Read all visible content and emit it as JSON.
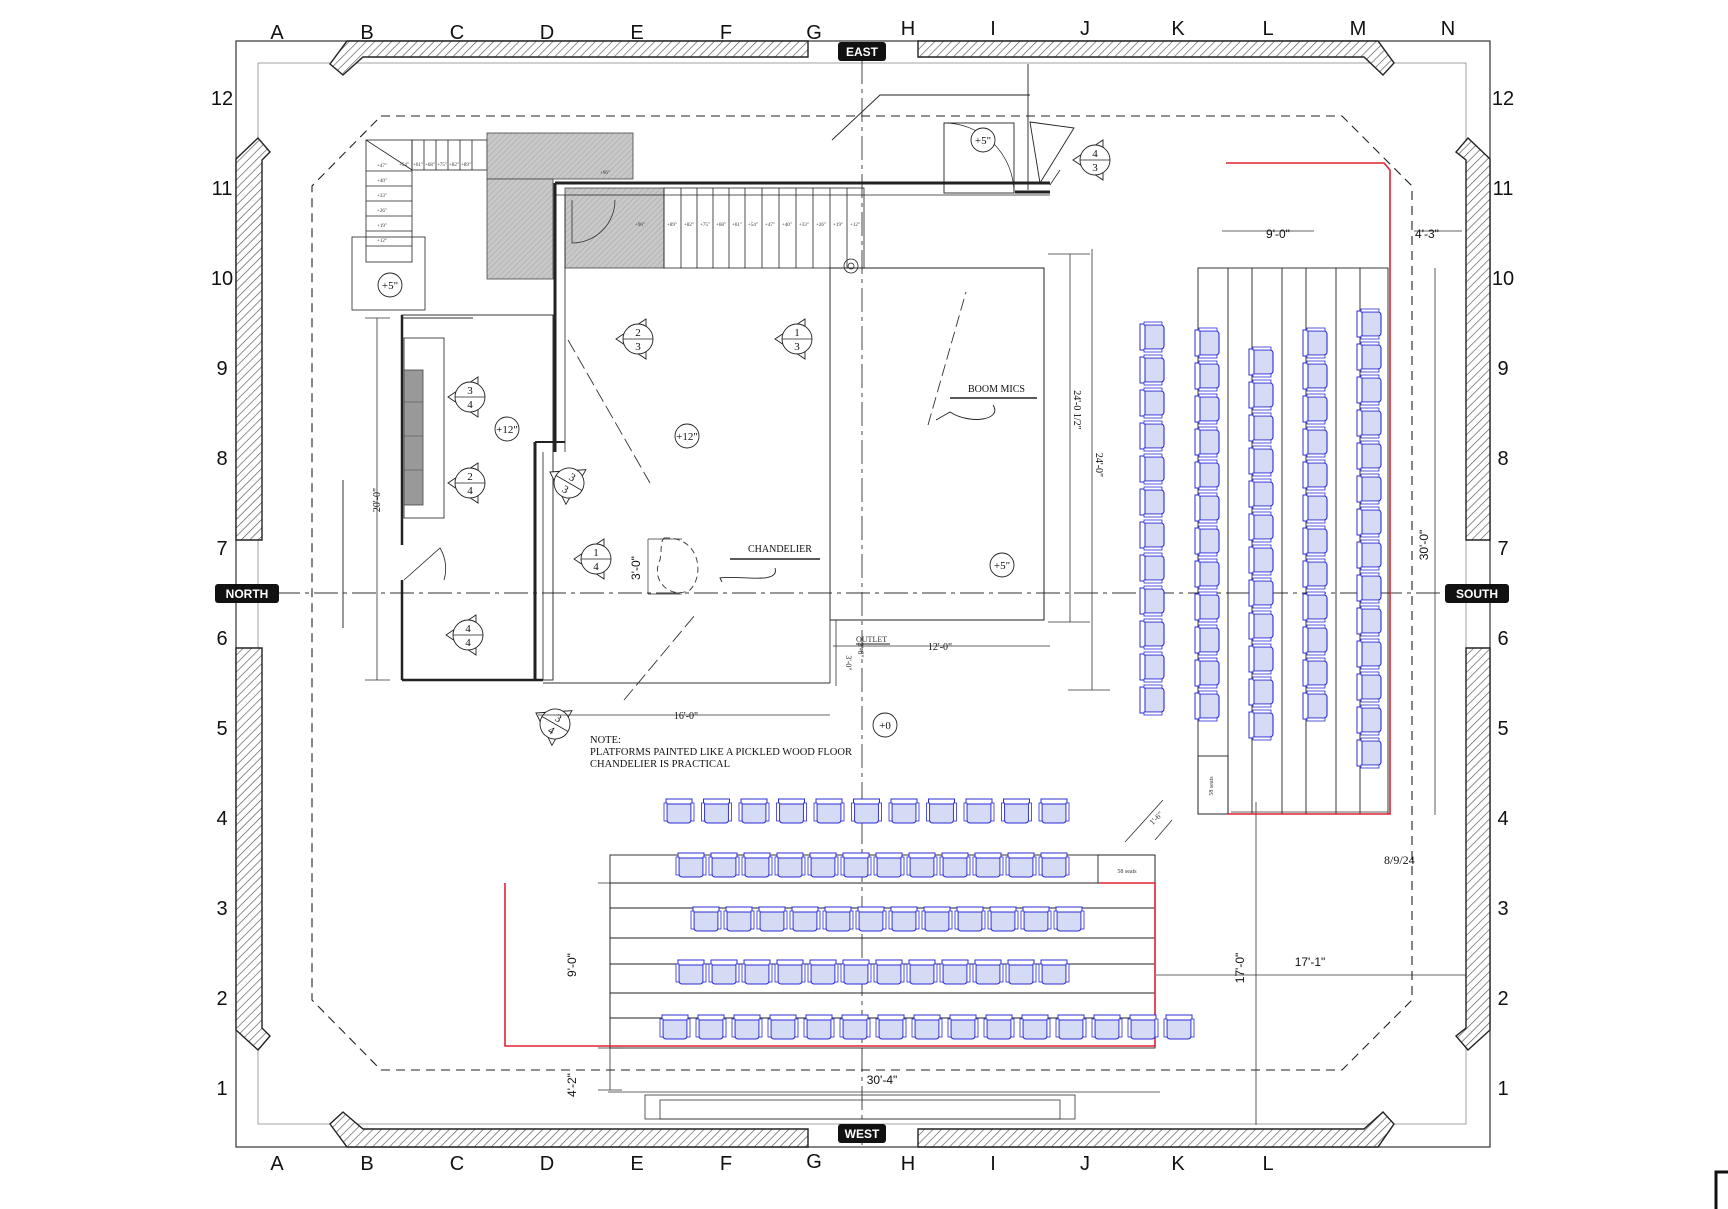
{
  "grid": {
    "columns_top": [
      "A",
      "B",
      "C",
      "D",
      "E",
      "F",
      "G",
      "H",
      "I",
      "J",
      "K",
      "L",
      "M",
      "N"
    ],
    "columns_bottom": [
      "A",
      "B",
      "C",
      "D",
      "E",
      "F",
      "G",
      "H",
      "I",
      "J",
      "K",
      "L"
    ],
    "rows": [
      "12",
      "11",
      "10",
      "9",
      "8",
      "7",
      "6",
      "5",
      "4",
      "3",
      "2",
      "1"
    ]
  },
  "compass": {
    "east": "EAST",
    "west": "WEST",
    "north": "NORTH",
    "south": "SOUTH"
  },
  "labels": {
    "boom_mics": "BOOM MICS",
    "chandelier": "CHANDELIER",
    "outlet": "OUTLET",
    "date": "8/9/24",
    "seats_south": "58 seats",
    "seats_west": "58 seats"
  },
  "note": {
    "line1": "NOTE:",
    "line2": "PLATFORMS PAINTED LIKE A PICKLED WOOD FLOOR",
    "line3": "CHANDELIER IS PRACTICAL"
  },
  "elevations": {
    "pl_c10": "+5\"",
    "pl_d8": "+12\"",
    "pl_f8": "+12\"",
    "pl_h12": "+5\"",
    "pl_j6": "+5\"",
    "pl_h5": "+0",
    "landing": "+96\"",
    "landing2": "+96\""
  },
  "stairs_left": [
    "+47\"",
    "+40\"",
    "+33\"",
    "+26\"",
    "+19\"",
    "+12\""
  ],
  "stairs_top": [
    "+54\"",
    "+61\"",
    "+68\"",
    "+75\"",
    "+82\"",
    "+89\""
  ],
  "stairs_upper": [
    "+89\"",
    "+82\"",
    "+75\"",
    "+68\"",
    "+61\"",
    "+54\"",
    "+47\"",
    "+40\"",
    "+33\"",
    "+26\"",
    "+19\"",
    "+12\""
  ],
  "symbols": [
    {
      "top": "4",
      "bottom": "3"
    },
    {
      "top": "2",
      "bottom": "3"
    },
    {
      "top": "1",
      "bottom": "3"
    },
    {
      "top": "3",
      "bottom": "4"
    },
    {
      "top": "2",
      "bottom": "4"
    },
    {
      "top": "3",
      "bottom": "3"
    },
    {
      "top": "1",
      "bottom": "4"
    },
    {
      "top": "4",
      "bottom": "4"
    },
    {
      "top": "3",
      "bottom": "4"
    }
  ],
  "dimensions": {
    "south_width": "9'-0\"",
    "south_gap": "4'-3\"",
    "south_depth": "30'-0\"",
    "stage_24a": "24'-0 1/2\"",
    "stage_24b": "24'-0\"",
    "left_20": "20'-0\"",
    "chand_3": "3'-0\"",
    "twelve": "12'-0\"",
    "sixteen": "16'-0\"",
    "small_30": "3'-0\"",
    "small_36": "3'-6\"",
    "west_depth": "9'-0\"",
    "west_width": "30'-4\"",
    "four_2": "4'-2\"",
    "seventeen": "17'-0\"",
    "seventeen_1": "17'-1\"",
    "diag": "1'-6\""
  },
  "colors": {
    "seat": "#2b2bd6",
    "seat_fill": "#d6dbf5",
    "red_line": "#e02030",
    "hatch": "#555555"
  }
}
